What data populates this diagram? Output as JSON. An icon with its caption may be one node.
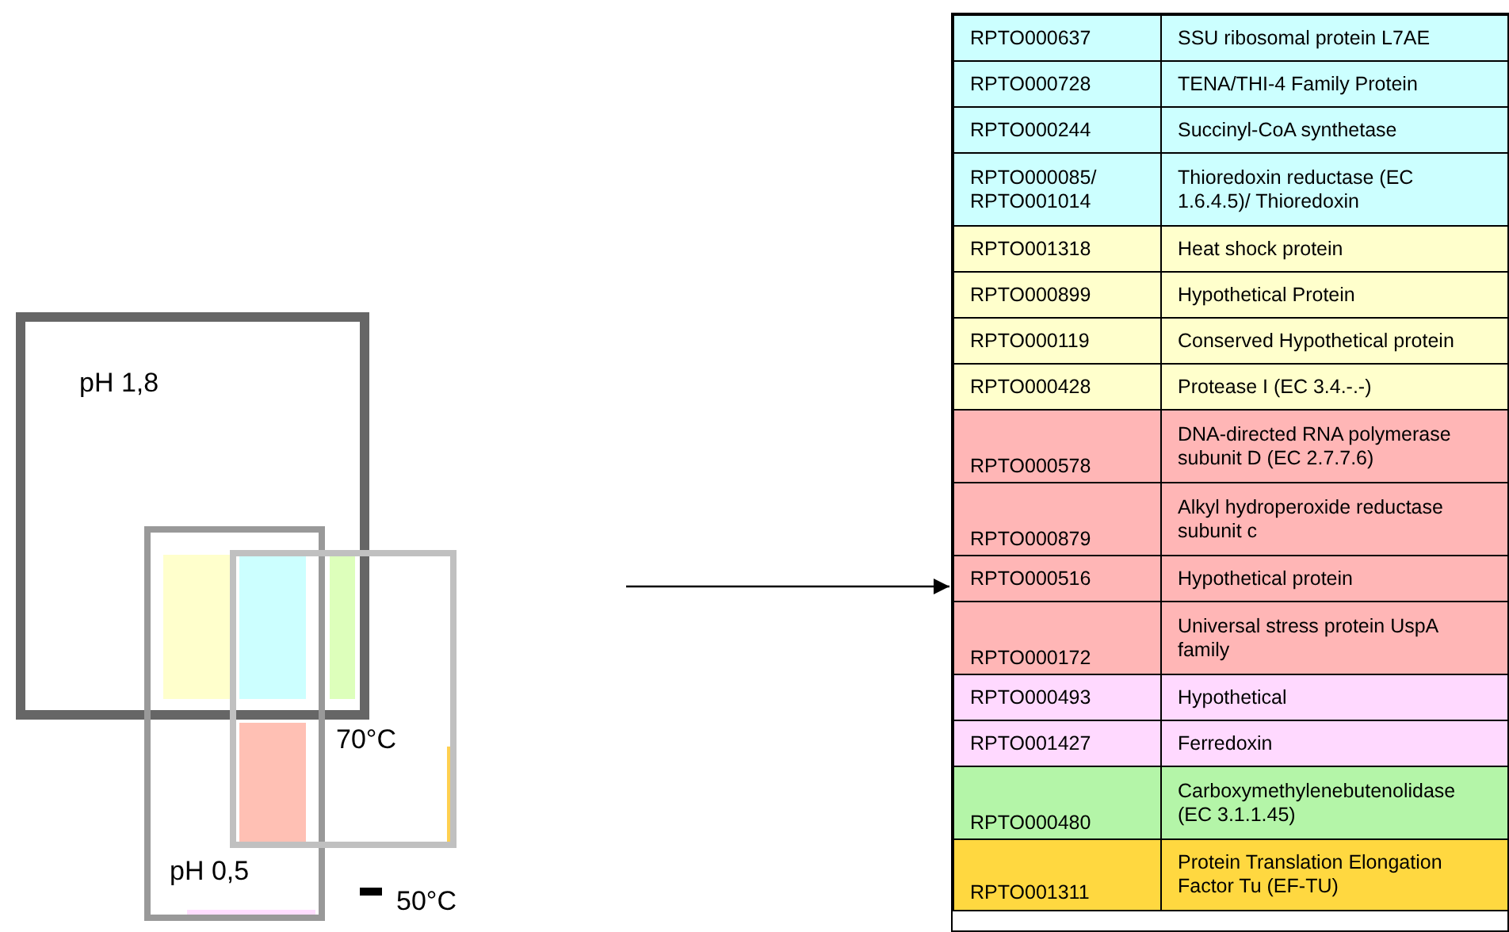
{
  "diagram": {
    "nodes": [
      {
        "text": [
          "pH 1,8"
        ]
      },
      {
        "text": [
          "pH 0,5"
        ]
      },
      {
        "text": [
          "70°C"
        ]
      },
      {
        "text": [],
        "shape": "box"
      }
    ],
    "edges": [
      {
        "from": null,
        "to": 3,
        "arrow": "to"
      }
    ],
    "labels": [
      "RPTO000637",
      "SSU ribosomal protein L7AE",
      "RPTO000728",
      "TENA/THI-4 Family Protein",
      "RPTO000244",
      "Succinyl-CoA synthetase",
      "RPTO000085/ RPTO001014",
      "Thioredoxin reductase (EC 1.6.4.5)/ Thioredoxin",
      "RPTO001318",
      "Heat shock protein",
      "RPTO000899",
      "Hypothetical Protein",
      "RPTO000119",
      "Conserved Hypothetical protein",
      "RPTO000428",
      "Protease I (EC 3.4.-.-)",
      "RPTO000578",
      "DNA-directed RNA polymerase subunit D (EC 2.7.7.6)",
      "RPTO000879",
      "Alkyl hydroperoxide reductase subunit c",
      "RPTO000516",
      "Hypothetical protein",
      "RPTO000172",
      "Universal stress protein UspA family",
      "RPTO000493",
      "Hypothetical",
      "RPTO001427",
      "Ferredoxin",
      "RPTO000480",
      "Carboxymethylenebutenolidase (EC 3.1.1.45)",
      "RPTO001311",
      "Protein Translation Elongation Factor Tu (EF-TU)"
    ],
    "legend": [
      {
        "text": "50°C"
      }
    ]
  }
}
